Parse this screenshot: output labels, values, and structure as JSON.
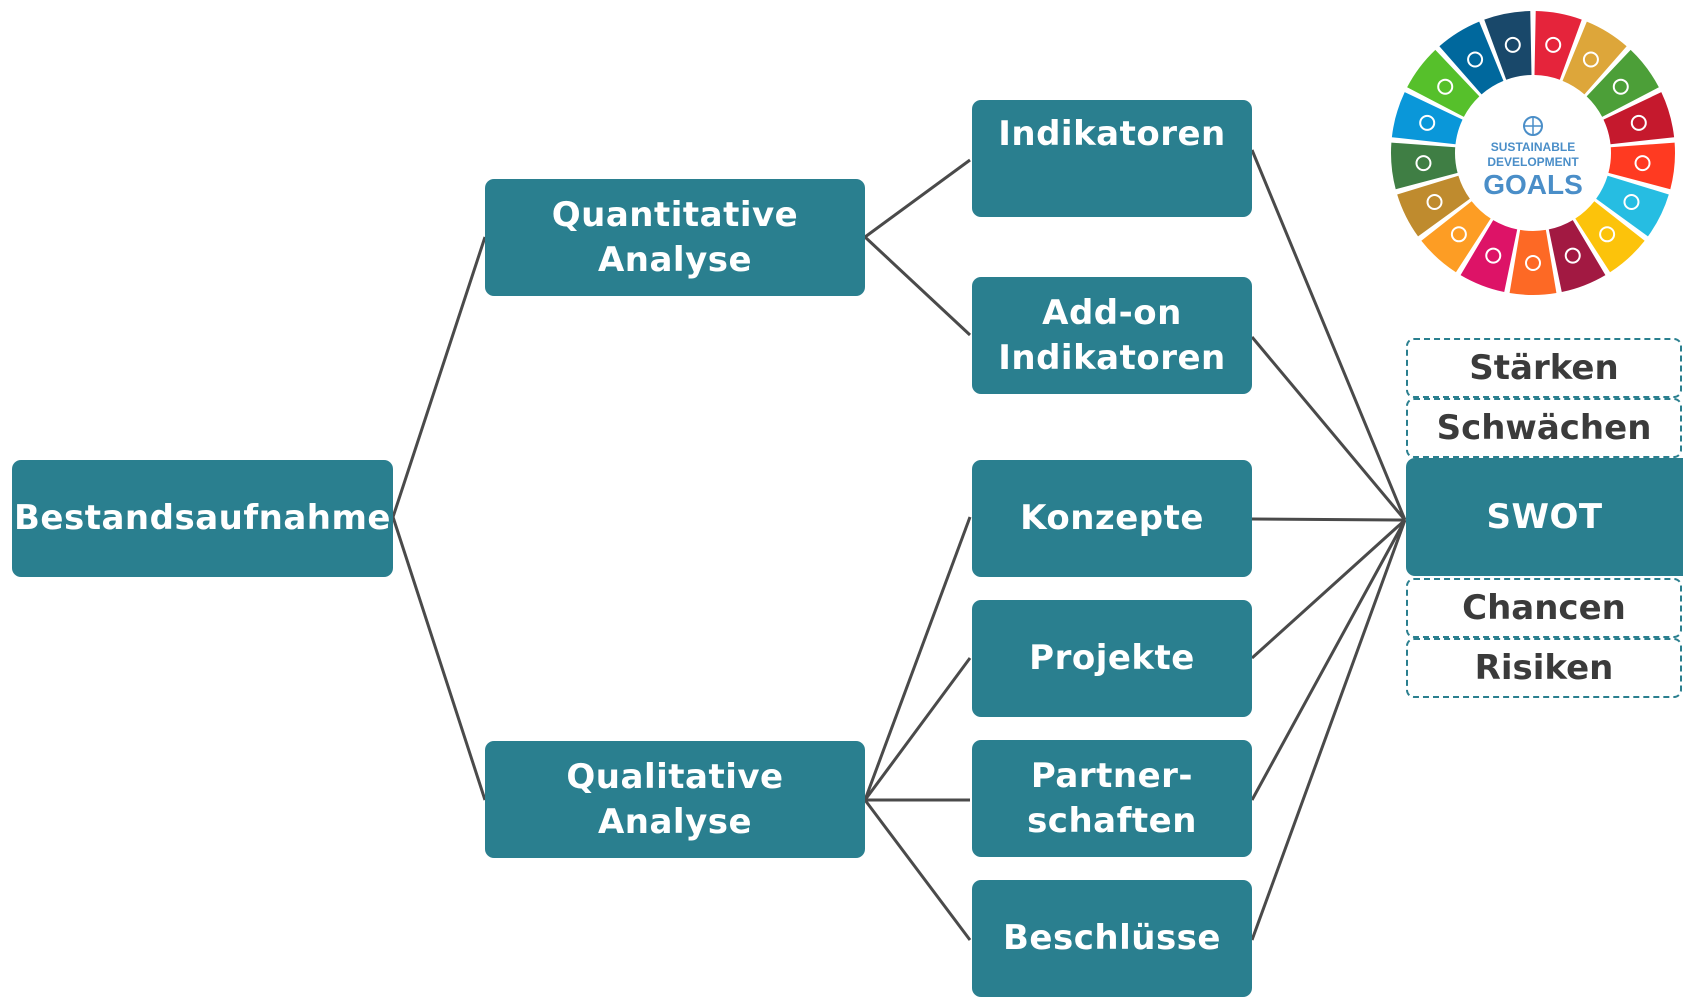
{
  "colors": {
    "node_fill": "#2a7f8f",
    "node_text": "#ffffff",
    "edge": "#4a4a4a",
    "swot_text": "#3b3b3b"
  },
  "nodes": {
    "bestandsaufnahme": "Bestandsaufnahme",
    "quantitative": "Quantitative Analyse",
    "qualitative": "Qualitative Analyse",
    "indikatoren": "Indikatoren",
    "addon": "Add-on\nIndikatoren",
    "konzepte": "Konzepte",
    "projekte": "Projekte",
    "partnerschaften": "Partner-\nschaften",
    "beschluesse": "Beschlüsse",
    "swot": "SWOT"
  },
  "swot_items": {
    "staerken": "Stärken",
    "schwaechen": "Schwächen",
    "chancen": "Chancen",
    "risiken": "Risiken"
  },
  "sdg_logo": {
    "line1": "SUSTAINABLE",
    "line2": "DEVELOPMENT",
    "line3": "GOALS",
    "segment_colors": [
      "#e5243b",
      "#dda63a",
      "#4c9f38",
      "#c5192d",
      "#ff3a21",
      "#26bde2",
      "#fcc30b",
      "#a21942",
      "#fd6925",
      "#dd1367",
      "#fd9d24",
      "#bf8b2e",
      "#3f7e44",
      "#0a97d9",
      "#56c02b",
      "#00689d",
      "#19486a"
    ]
  }
}
